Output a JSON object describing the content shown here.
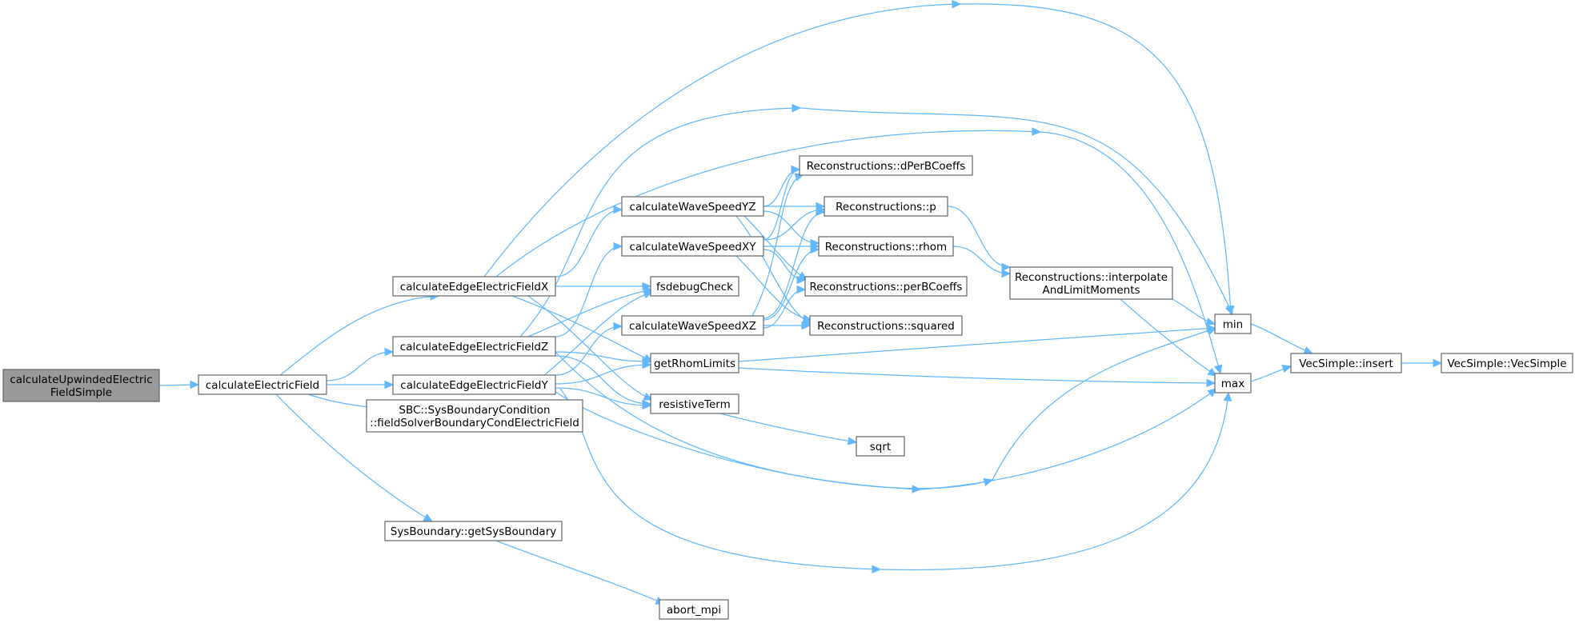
{
  "graph": {
    "title": "",
    "colors": {
      "edge": "#63b8ff",
      "node_border": "#666666",
      "root_fill": "#999999",
      "node_fill": "#ffffff"
    },
    "nodes": {
      "root": [
        "calculateUpwindedElectric",
        "FieldSimple"
      ],
      "calcEF": [
        "calculateElectricField"
      ],
      "edgeX": [
        "calculateEdgeElectricFieldX"
      ],
      "edgeZ": [
        "calculateEdgeElectricFieldZ"
      ],
      "edgeY": [
        "calculateEdgeElectricFieldY"
      ],
      "sbc": [
        "SBC::SysBoundaryCondition",
        "::fieldSolverBoundaryCondElectricField"
      ],
      "getSys": [
        "SysBoundary::getSysBoundary"
      ],
      "abort": [
        "abort_mpi"
      ],
      "wsYZ": [
        "calculateWaveSpeedYZ"
      ],
      "wsXY": [
        "calculateWaveSpeedXY"
      ],
      "fsdebug": [
        "fsdebugCheck"
      ],
      "wsXZ": [
        "calculateWaveSpeedXZ"
      ],
      "rhomLim": [
        "getRhomLimits"
      ],
      "resist": [
        "resistiveTerm"
      ],
      "sqrt": [
        "sqrt"
      ],
      "dPerB": [
        "Reconstructions::dPerBCoeffs"
      ],
      "rp": [
        "Reconstructions::p"
      ],
      "rrhom": [
        "Reconstructions::rhom"
      ],
      "perB": [
        "Reconstructions::perBCoeffs"
      ],
      "squared": [
        "Reconstructions::squared"
      ],
      "interp": [
        "Reconstructions::interpolate",
        "AndLimitMoments"
      ],
      "min": [
        "min"
      ],
      "max": [
        "max"
      ],
      "vecInsert": [
        "VecSimple::insert"
      ],
      "vecSimple": [
        "VecSimple::VecSimple"
      ]
    }
  }
}
